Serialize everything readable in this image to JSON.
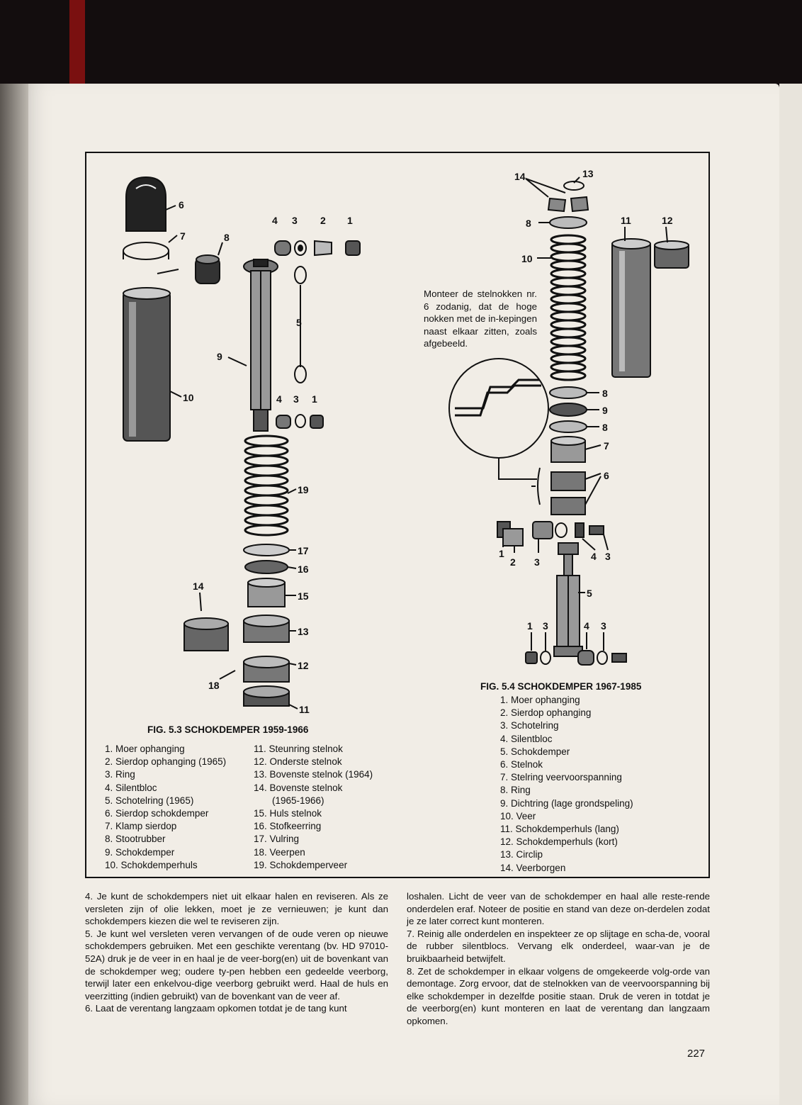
{
  "fig53": {
    "note": "",
    "caption": "FIG. 5.3 SCHOKDEMPER 1959-1966",
    "parts_left": [
      "1. Moer ophanging",
      "2. Sierdop ophanging (1965)",
      "3. Ring",
      "4. Silentbloc",
      "5. Schotelring (1965)",
      "6. Sierdop schokdemper",
      "7. Klamp sierdop",
      "8. Stootrubber",
      "9. Schokdemper",
      "10. Schokdemperhuls"
    ],
    "parts_right": [
      "11. Steunring stelnok",
      "12. Onderste stelnok",
      "13. Bovenste stelnok (1964)",
      "14. Bovenste stelnok",
      "(1965-1966)",
      "15. Huls stelnok",
      "16. Stofkeerring",
      "17. Vulring",
      "18. Veerpen",
      "19. Schokdemperveer"
    ],
    "callouts": [
      "6",
      "7",
      "8",
      "4",
      "3",
      "2",
      "1",
      "5",
      "9",
      "10",
      "4",
      "3",
      "1",
      "19",
      "17",
      "16",
      "14",
      "15",
      "13",
      "12",
      "18",
      "11"
    ]
  },
  "fig54": {
    "note": "Monteer de stelnokken nr. 6 zodanig, dat de hoge nokken met de in-kepingen naast elkaar zitten, zoals afgebeeld.",
    "caption": "FIG. 5.4 SCHOKDEMPER 1967-1985",
    "parts": [
      "1. Moer ophanging",
      "2. Sierdop ophanging",
      "3. Schotelring",
      "4. Silentbloc",
      "5. Schokdemper",
      "6. Stelnok",
      "7. Stelring veervoorspanning",
      "8. Ring",
      "9. Dichtring (lage grondspeling)",
      "10. Veer",
      "11. Schokdemperhuls (lang)",
      "12. Schokdemperhuls (kort)",
      "13. Circlip",
      "14. Veerborgen"
    ],
    "callouts": [
      "14",
      "13",
      "8",
      "10",
      "11",
      "12",
      "8",
      "9",
      "8",
      "7",
      "6",
      "1",
      "2",
      "3",
      "4",
      "3",
      "5",
      "1",
      "3",
      "4",
      "3"
    ]
  },
  "body": {
    "col1": [
      "4. Je kunt de schokdempers niet uit elkaar halen en reviseren. Als ze versleten zijn of olie lekken, moet je ze vernieuwen; je kunt dan schokdempers kiezen die wel te reviseren zijn.",
      "5. Je kunt wel versleten veren vervangen of de oude veren op nieuwe schokdempers gebruiken. Met een geschikte verentang (bv. HD 97010-52A) druk je de veer in en haal je de veer-borg(en) uit de bovenkant van de schokdemper weg; oudere ty-pen hebben een gedeelde veerborg, terwijl later een enkelvou-dige veerborg gebruikt werd. Haal de huls en veerzitting (indien gebruikt) van de bovenkant van de veer af.",
      "6. Laat de verentang langzaam opkomen totdat je de tang kunt"
    ],
    "col2": [
      "loshalen. Licht de veer van de schokdemper en haal alle reste-rende onderdelen eraf. Noteer de positie en stand van deze on-derdelen zodat je ze later correct kunt monteren.",
      "7. Reinig alle onderdelen en inspekteer ze op slijtage en scha-de, vooral de rubber silentblocs. Vervang elk onderdeel, waar-van je de bruikbaarheid betwijfelt.",
      "8. Zet de schokdemper in elkaar volgens de omgekeerde volg-orde van demontage. Zorg ervoor, dat de stelnokken van de veervoorspanning bij elke schokdemper in dezelfde positie staan. Druk de veren in totdat je de veerborg(en) kunt monteren en laat de verentang dan langzaam opkomen."
    ]
  },
  "page_number": "227"
}
